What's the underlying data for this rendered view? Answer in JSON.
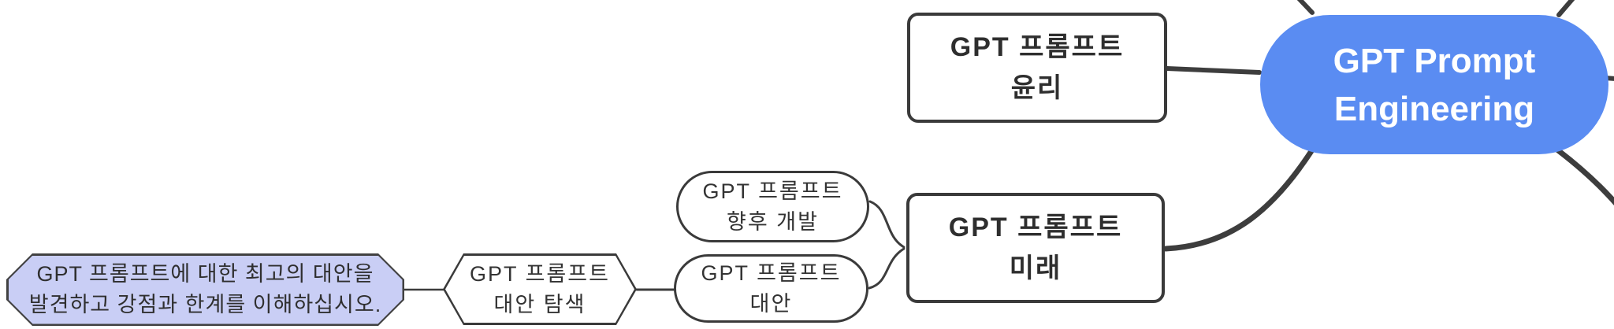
{
  "app": {
    "description": "Mind map canvas",
    "background": "#ffffff"
  },
  "colors": {
    "edge": "#3d3d3d",
    "node_border": "#3a3a3a",
    "node_fill": "#ffffff",
    "root_fill": "#5a8cf2",
    "root_text": "#ffffff",
    "note_fill": "#c9cef5",
    "label_text": "#2e2e2e"
  },
  "nodes": {
    "root": {
      "label": "GPT Prompt\nEngineering"
    },
    "ethics": {
      "label": "GPT 프롬프트\n윤리"
    },
    "future": {
      "label": "GPT 프롬프트\n미래"
    },
    "future_dev": {
      "label": "GPT 프롬프트\n향후 개발"
    },
    "alternatives": {
      "label": "GPT 프롬프트\n대안"
    },
    "explore_alternatives": {
      "label": "GPT 프롬프트\n대안 탐색"
    },
    "note": {
      "label": "GPT 프롬프트에 대한 최고의 대안을\n발견하고 강점과 한계를 이해하십시오."
    }
  },
  "edges": [
    {
      "from": "ethics",
      "to": "root"
    },
    {
      "from": "future",
      "to": "root"
    },
    {
      "from": "future_dev",
      "to": "future"
    },
    {
      "from": "alternatives",
      "to": "future"
    },
    {
      "from": "explore_alternatives",
      "to": "alternatives"
    },
    {
      "from": "note",
      "to": "explore_alternatives"
    },
    {
      "from": "root",
      "to": "offscreen-top-left"
    },
    {
      "from": "root",
      "to": "offscreen-top-right"
    },
    {
      "from": "root",
      "to": "offscreen-right"
    },
    {
      "from": "root",
      "to": "offscreen-bottom-right"
    }
  ]
}
